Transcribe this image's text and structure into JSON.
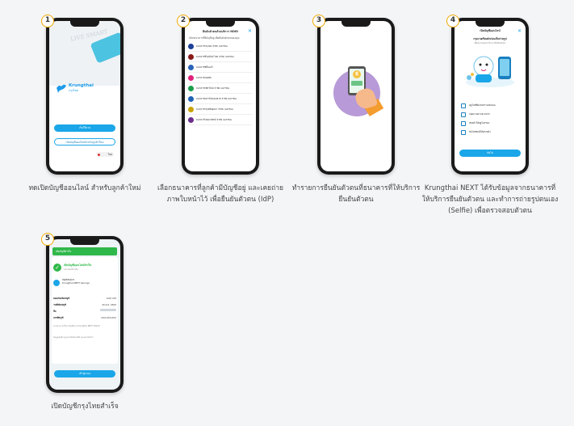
{
  "steps": [
    {
      "number": "1",
      "caption": "ทดเปิดบัญชีออนไลน์ สำหรับลูกค้าใหม่",
      "screen": {
        "brand_en": "Krungthai",
        "brand_th": "กรุงไทย",
        "hero_text": "LIVE SMART",
        "primary_button": "เริ่มใช้งาน",
        "secondary_button": "เปิดบัญชีออนไลน์สำหรับลูกค้าใหม่",
        "language": "ไทย"
      }
    },
    {
      "number": "2",
      "caption": "เลือกธนาคารที่ลูกค้ามีบัญชีอยู่ และเคยถ่ายภาพใบหน้าไว้ เพื่อยืนยันตัวตน (IdP)",
      "screen": {
        "header": "ยืนยันตัวตนด้วยบริการ NDID",
        "subtitle": "เลือกธนาคารที่มีบัญชีอยู่ เพื่อยืนยันตัวตนของคุณ",
        "banks": [
          {
            "name": "ธนาคารกรุงเทพ จำกัด (มหาชน)",
            "color": "#1e3f99"
          },
          {
            "name": "ธนาคารซีไอเอ็มบี ไทย จำกัด (มหาชน)",
            "color": "#8b1a1a"
          },
          {
            "name": "ธนาคารซิตี้แบงก์",
            "color": "#2a64b8"
          },
          {
            "name": "ธนาคารออมสิน",
            "color": "#e0217a"
          },
          {
            "name": "ธนาคารกสิกรไทย จำกัด (มหาชน)",
            "color": "#1a9e4b"
          },
          {
            "name": "ธนาคารทหารไทยธนชาต จำกัด (มหาชน)",
            "color": "#1e63b4"
          },
          {
            "name": "ธนาคารกรุงศรีอยุธยา จำกัด (มหาชน)",
            "color": "#c9a200"
          },
          {
            "name": "ธนาคารไทยพาณิชย์ จำกัด (มหาชน)",
            "color": "#6b2d8c"
          }
        ]
      }
    },
    {
      "number": "3",
      "caption": "ทำรายการยืนยันตัวตนที่ธนาคารที่ให้บริการยืนยันตัวตน",
      "screen": {
        "coin_symbol": "$"
      }
    },
    {
      "number": "4",
      "caption": "Krungthai NEXT ได้รับข้อมูลจากธนาคารที่ให้บริการยืนยันตัวตน และทำการถ่ายรูปตนเอง (Selfie) เพื่อตรวจสอบตัวตน",
      "screen": {
        "header": "เปิดบัญชีออนไลน์",
        "title": "กรุณาเตรียมตัวก่อนเริ่มถ่ายรูป",
        "subtitle": "เพื่อความสะดวกในการยืนยันตัวตน",
        "items": [
          "อยู่ในที่ที่มีแสงสว่างเพียงพอ",
          "ถอดแว่นตาและหมวก",
          "จัดหน้าให้อยู่ในกรอบ",
          "ถือโทรศัพท์ให้ตรงหน้า"
        ],
        "button": "ถัดไป"
      }
    },
    {
      "number": "5",
      "caption": "เปิดบัญชีกรุงไทยสำเร็จ",
      "screen": {
        "top_banner": "เปิดบัญชีสำเร็จ",
        "success_title": "เปิดบัญชีออนไลน์สำเร็จ",
        "success_sub": "หมายเลขอ้างอิง",
        "account_label": "บัญชีเงินฝาก",
        "account_type": "Krungthai NEXT Savings",
        "rows": [
          {
            "k": "ยอดเงินเปิดบัญชี",
            "v": "0.00 บาท"
          },
          {
            "k": "วันที่เปิดบัญชี",
            "v": "20 ธ.ค. 2563"
          },
          {
            "k": "ชื่อ",
            "v": ""
          },
          {
            "k": "เลขที่บัญชี",
            "v": "XXX-XXX-XXX"
          }
        ],
        "note_1": "ท่านสามารถใช้งานบัญชีผ่าน Krungthai NEXT ได้ทันที",
        "note_2": "ข้อมูลบัญชีจะถูกส่งไปยังอีเมลที่ท่านลงทะเบียนไว้",
        "button": "เข้าสู่ระบบ"
      }
    }
  ]
}
